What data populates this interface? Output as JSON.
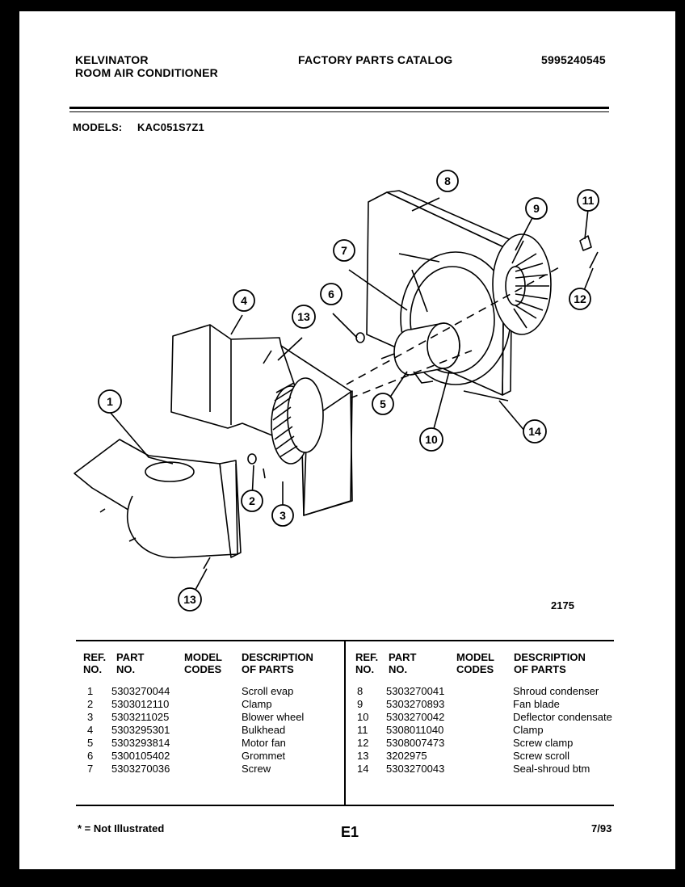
{
  "header": {
    "brand": "KELVINATOR",
    "product": "ROOM AIR CONDITIONER",
    "catalog_title": "FACTORY PARTS CATALOG",
    "catalog_number": "5995240545",
    "models_label": "MODELS:",
    "model_number": "KAC051S7Z1"
  },
  "diagram": {
    "figure_number": "2175",
    "callouts": [
      "1",
      "2",
      "3",
      "4",
      "5",
      "6",
      "7",
      "8",
      "9",
      "10",
      "11",
      "12",
      "13",
      "13",
      "14"
    ]
  },
  "parts_table": {
    "headers": {
      "ref_no": [
        "REF.",
        "NO."
      ],
      "part_no": [
        "PART",
        "NO."
      ],
      "model_codes": [
        "MODEL",
        "CODES"
      ],
      "description": [
        "DESCRIPTION",
        "OF PARTS"
      ]
    },
    "left_rows": [
      {
        "ref": "1",
        "part": "5303270044",
        "desc": "Scroll evap"
      },
      {
        "ref": "2",
        "part": "5303012110",
        "desc": "Clamp"
      },
      {
        "ref": "3",
        "part": "5303211025",
        "desc": "Blower wheel"
      },
      {
        "ref": "4",
        "part": "5303295301",
        "desc": "Bulkhead"
      },
      {
        "ref": "5",
        "part": "5303293814",
        "desc": "Motor fan"
      },
      {
        "ref": "6",
        "part": "5300105402",
        "desc": "Grommet"
      },
      {
        "ref": "7",
        "part": "5303270036",
        "desc": "Screw"
      }
    ],
    "right_rows": [
      {
        "ref": "8",
        "part": "5303270041",
        "desc": "Shroud condenser"
      },
      {
        "ref": "9",
        "part": "5303270893",
        "desc": "Fan blade"
      },
      {
        "ref": "10",
        "part": "5303270042",
        "desc": "Deflector condensate"
      },
      {
        "ref": "11",
        "part": "5308011040",
        "desc": "Clamp"
      },
      {
        "ref": "12",
        "part": "5308007473",
        "desc": "Screw clamp"
      },
      {
        "ref": "13",
        "part": "3202975",
        "desc": "Screw scroll"
      },
      {
        "ref": "14",
        "part": "5303270043",
        "desc": "Seal-shroud btm"
      }
    ]
  },
  "footer": {
    "note": "* = Not Illustrated",
    "page_code": "E1",
    "date": "7/93"
  }
}
